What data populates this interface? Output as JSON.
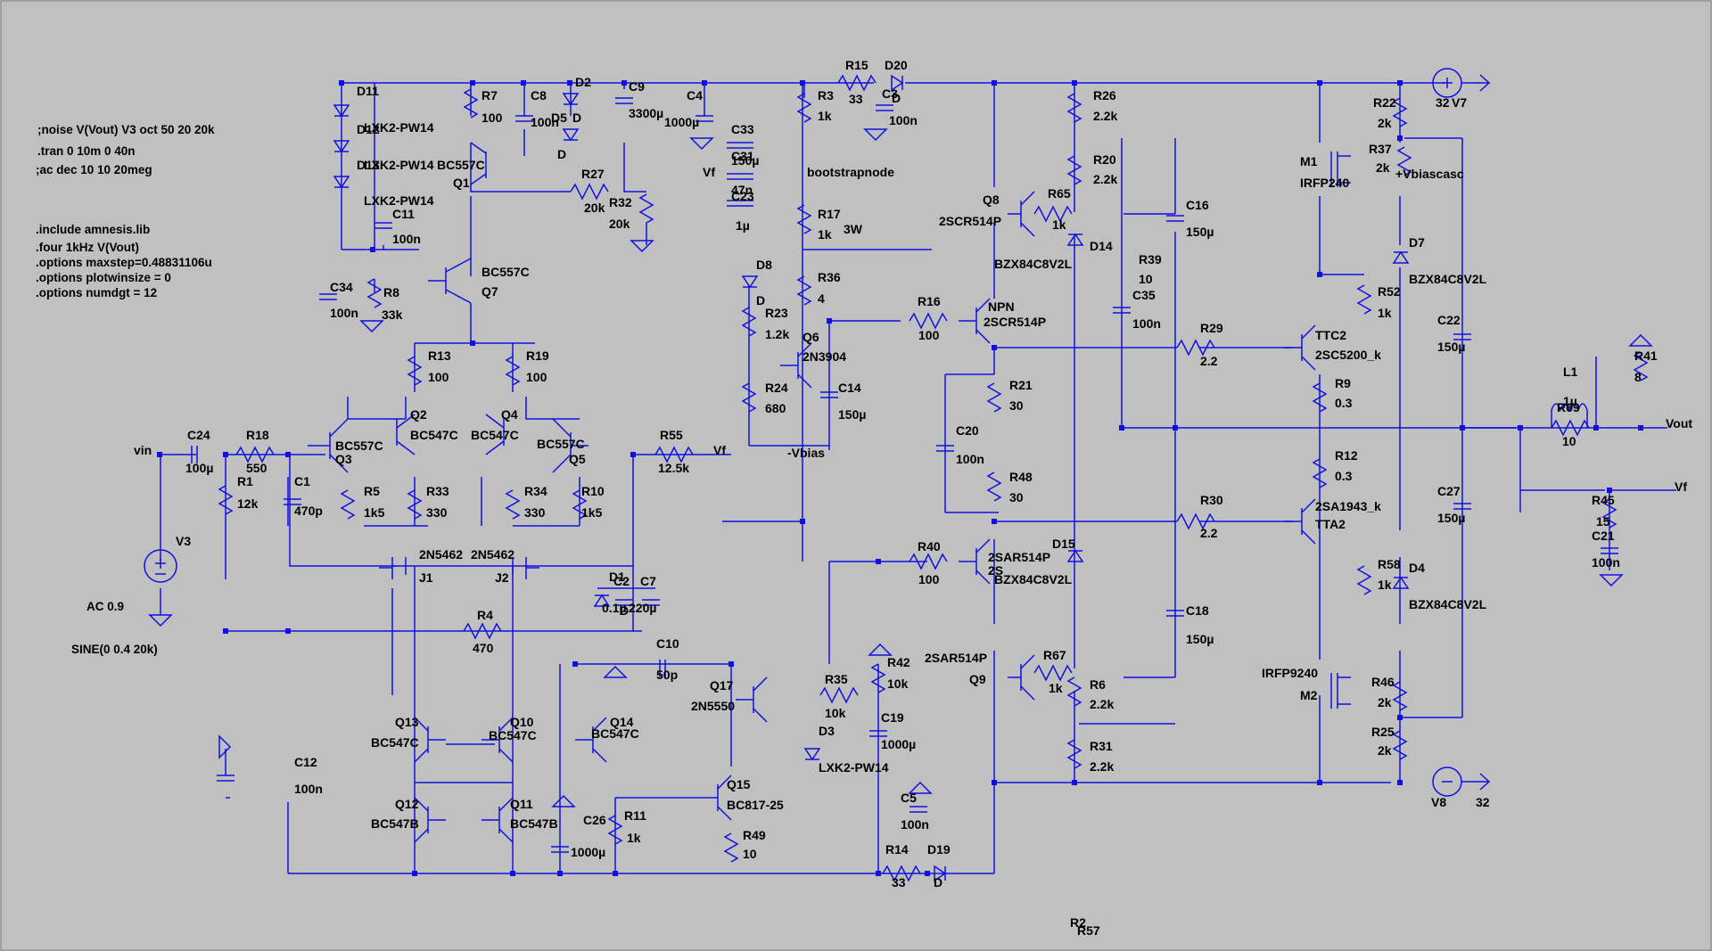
{
  "colors": {
    "background": "#c0c0c0",
    "wire": "#1010e0",
    "text": "#000000"
  },
  "directives": [
    ";noise V(Vout) V3 oct 50 20 20k",
    ".tran 0 10m 0 40n",
    ";ac dec 10 10 20meg",
    ".include amnesis.lib",
    ".four 1kHz V(Vout)",
    ".options maxstep=0.48831106u",
    ".options plotwinsize = 0",
    ".options numdgt = 12"
  ],
  "source_params": [
    "AC 0.9",
    "SINE(0 0.4 20k)"
  ],
  "labels": [
    [
      "D11",
      400,
      107
    ],
    [
      "LXK2-PW14",
      408,
      148
    ],
    [
      "D12",
      400,
      150
    ],
    [
      "LXK2-PW14",
      408,
      190
    ],
    [
      "D13",
      400,
      190
    ],
    [
      "LXK2-PW14",
      408,
      230
    ],
    [
      "C11",
      440,
      245
    ],
    [
      "100n",
      440,
      273
    ],
    [
      "C34",
      370,
      327
    ],
    [
      "100n",
      370,
      356
    ],
    [
      "R8",
      430,
      333
    ],
    [
      "33k",
      428,
      358
    ],
    [
      "R7",
      540,
      112
    ],
    [
      "100",
      540,
      137
    ],
    [
      "BC557C",
      490,
      190
    ],
    [
      "Q1",
      508,
      210
    ],
    [
      "BC557C",
      540,
      310
    ],
    [
      "Q7",
      540,
      332
    ],
    [
      "C8",
      595,
      112
    ],
    [
      "100n",
      595,
      142
    ],
    [
      "D2",
      645,
      97
    ],
    [
      "D5",
      618,
      137
    ],
    [
      "D",
      642,
      137
    ],
    [
      "D",
      625,
      178
    ],
    [
      "R27",
      652,
      200
    ],
    [
      "20k",
      655,
      238
    ],
    [
      "R32",
      683,
      232
    ],
    [
      "20k",
      683,
      256
    ],
    [
      "C9",
      705,
      102
    ],
    [
      "3300µ",
      705,
      132
    ],
    [
      "C4",
      770,
      112
    ],
    [
      "1000µ",
      745,
      142
    ],
    [
      "C33",
      820,
      150
    ],
    [
      "C31",
      820,
      180
    ],
    [
      "150µ",
      820,
      185
    ],
    [
      "47n",
      820,
      218
    ],
    [
      "C23",
      820,
      225
    ],
    [
      "1µ",
      825,
      258
    ],
    [
      "Vf",
      788,
      198
    ],
    [
      "bootstrapnode",
      905,
      198
    ],
    [
      "R3",
      917,
      112
    ],
    [
      "1k",
      917,
      135
    ],
    [
      "R15",
      948,
      78
    ],
    [
      "33",
      952,
      116
    ],
    [
      "D20",
      992,
      78
    ],
    [
      "C3",
      989,
      110
    ],
    [
      "D",
      1000,
      115
    ],
    [
      "100n",
      997,
      140
    ],
    [
      "R17",
      917,
      245
    ],
    [
      "1k",
      917,
      268
    ],
    [
      "3W",
      946,
      262
    ],
    [
      "D8",
      848,
      302
    ],
    [
      "D",
      848,
      342
    ],
    [
      "R36",
      917,
      316
    ],
    [
      "4",
      917,
      340
    ],
    [
      "R23",
      858,
      356
    ],
    [
      "1.2k",
      858,
      380
    ],
    [
      "Q6",
      900,
      383
    ],
    [
      "2N3904",
      900,
      405
    ],
    [
      "R24",
      858,
      440
    ],
    [
      "680",
      858,
      463
    ],
    [
      "C14",
      940,
      440
    ],
    [
      "150µ",
      940,
      470
    ],
    [
      "-Vbias",
      883,
      513
    ],
    [
      "R16",
      1029,
      343
    ],
    [
      "100",
      1030,
      381
    ],
    [
      "NPN",
      1108,
      349
    ],
    [
      "2SCR514P",
      1103,
      366
    ],
    [
      "Q8",
      1102,
      229
    ],
    [
      "2SCR514P",
      1053,
      253
    ],
    [
      "R65",
      1175,
      222
    ],
    [
      "1k",
      1180,
      257
    ],
    [
      "BZX84C8V2L",
      1115,
      301
    ],
    [
      "D14",
      1222,
      281
    ],
    [
      "R39",
      1277,
      296
    ],
    [
      "10",
      1277,
      318
    ],
    [
      "C35",
      1270,
      336
    ],
    [
      "100n",
      1270,
      368
    ],
    [
      "R26",
      1226,
      112
    ],
    [
      "2.2k",
      1226,
      135
    ],
    [
      "R20",
      1226,
      184
    ],
    [
      "2.2k",
      1226,
      206
    ],
    [
      "C16",
      1330,
      235
    ],
    [
      "150µ",
      1330,
      265
    ],
    [
      "R29",
      1346,
      373
    ],
    [
      "2.2",
      1346,
      410
    ],
    [
      "R21",
      1132,
      437
    ],
    [
      "30",
      1132,
      460
    ],
    [
      "C20",
      1072,
      488
    ],
    [
      "100n",
      1072,
      520
    ],
    [
      "R48",
      1132,
      540
    ],
    [
      "30",
      1132,
      563
    ],
    [
      "R30",
      1346,
      566
    ],
    [
      "2.2",
      1346,
      603
    ],
    [
      "R40",
      1029,
      618
    ],
    [
      "100",
      1030,
      655
    ],
    [
      "2SAR514P",
      1108,
      630
    ],
    [
      "2S",
      1108,
      645
    ],
    [
      "BZX84C8V2L",
      1115,
      655
    ],
    [
      "D15",
      1180,
      615
    ],
    [
      "C18",
      1330,
      690
    ],
    [
      "150µ",
      1330,
      722
    ],
    [
      "2SAR514P",
      1037,
      743
    ],
    [
      "Q9",
      1087,
      767
    ],
    [
      "R67",
      1170,
      740
    ],
    [
      "1k",
      1176,
      777
    ],
    [
      "R6",
      1222,
      773
    ],
    [
      "2.2k",
      1222,
      795
    ],
    [
      "R31",
      1222,
      842
    ],
    [
      "2.2k",
      1222,
      865
    ],
    [
      "R22",
      1540,
      120
    ],
    [
      "2k",
      1545,
      143
    ],
    [
      "R37",
      1535,
      172
    ],
    [
      "2k",
      1543,
      193
    ],
    [
      "+Vbiascasc",
      1565,
      200
    ],
    [
      "D7",
      1580,
      277
    ],
    [
      "BZX84C8V2L",
      1580,
      318
    ],
    [
      "M1",
      1458,
      186
    ],
    [
      "IRFP240",
      1458,
      210
    ],
    [
      "R52",
      1545,
      332
    ],
    [
      "1k",
      1545,
      356
    ],
    [
      "TTC2",
      1475,
      381
    ],
    [
      "2SC5200_k",
      1475,
      403
    ],
    [
      "C22",
      1612,
      364
    ],
    [
      "150µ",
      1612,
      394
    ],
    [
      "R9",
      1497,
      435
    ],
    [
      "0.3",
      1497,
      457
    ],
    [
      "R12",
      1497,
      516
    ],
    [
      "0.3",
      1497,
      539
    ],
    [
      "2SA1943_k",
      1475,
      573
    ],
    [
      "TTA2",
      1475,
      593
    ],
    [
      "C27",
      1612,
      556
    ],
    [
      "150µ",
      1612,
      586
    ],
    [
      "R58",
      1545,
      638
    ],
    [
      "1k",
      1545,
      661
    ],
    [
      "D4",
      1580,
      642
    ],
    [
      "BZX84C8V2L",
      1580,
      683
    ],
    [
      "IRFP9240",
      1415,
      760
    ],
    [
      "M2",
      1458,
      785
    ],
    [
      "R46",
      1538,
      770
    ],
    [
      "2k",
      1545,
      793
    ],
    [
      "R25",
      1538,
      826
    ],
    [
      "2k",
      1545,
      847
    ],
    [
      "32",
      1610,
      120
    ],
    [
      "V7",
      1628,
      120
    ],
    [
      "V8",
      1605,
      905
    ],
    [
      "32",
      1655,
      905
    ],
    [
      "L1",
      1753,
      422
    ],
    [
      "1µ",
      1753,
      455
    ],
    [
      "R69",
      1746,
      462
    ],
    [
      "10",
      1752,
      500
    ],
    [
      "R41",
      1833,
      404
    ],
    [
      "8",
      1833,
      428
    ],
    [
      "Vout",
      1868,
      480
    ],
    [
      "Vf",
      1878,
      551
    ],
    [
      "R45",
      1785,
      566
    ],
    [
      "15",
      1790,
      590
    ],
    [
      "C21",
      1785,
      606
    ],
    [
      "100n",
      1785,
      636
    ],
    [
      "vin",
      150,
      510
    ],
    [
      "C24",
      210,
      493
    ],
    [
      "100µ",
      208,
      530
    ],
    [
      "R18",
      276,
      493
    ],
    [
      "550",
      276,
      530
    ],
    [
      "R1",
      266,
      545
    ],
    [
      "12k",
      266,
      570
    ],
    [
      "C1",
      330,
      545
    ],
    [
      "470p",
      330,
      578
    ],
    [
      "V3",
      197,
      612
    ],
    [
      "R13",
      480,
      404
    ],
    [
      "100",
      480,
      428
    ],
    [
      "R19",
      590,
      404
    ],
    [
      "100",
      590,
      428
    ],
    [
      "Q2",
      460,
      470
    ],
    [
      "BC547C",
      460,
      493
    ],
    [
      "BC557C",
      376,
      505
    ],
    [
      "Q3",
      376,
      520
    ],
    [
      "R5",
      408,
      556
    ],
    [
      "1k5",
      408,
      580
    ],
    [
      "R33",
      478,
      556
    ],
    [
      "330",
      478,
      580
    ],
    [
      "Q4",
      562,
      470
    ],
    [
      "BC547C",
      528,
      493
    ],
    [
      "BC557C",
      602,
      503
    ],
    [
      "Q5",
      638,
      520
    ],
    [
      "R34",
      588,
      556
    ],
    [
      "330",
      588,
      580
    ],
    [
      "R10",
      652,
      556
    ],
    [
      "1k5",
      652,
      580
    ],
    [
      "R55",
      740,
      493
    ],
    [
      "12.5k",
      738,
      530
    ],
    [
      "Vf",
      800,
      510
    ],
    [
      "2N5462",
      470,
      627
    ],
    [
      "2N5462",
      528,
      627
    ],
    [
      "J1",
      470,
      653
    ],
    [
      "J2",
      555,
      653
    ],
    [
      "D1",
      683,
      652
    ],
    [
      "C2",
      688,
      657
    ],
    [
      "C7",
      718,
      657
    ],
    [
      "0.1µ",
      675,
      687
    ],
    [
      "220µ",
      705,
      687
    ],
    [
      "D",
      695,
      690
    ],
    [
      "R4",
      535,
      695
    ],
    [
      "470",
      530,
      732
    ],
    [
      "C10",
      736,
      727
    ],
    [
      "50p",
      736,
      762
    ],
    [
      "Q17",
      796,
      774
    ],
    [
      "2N5550",
      775,
      797
    ],
    [
      "R42",
      995,
      748
    ],
    [
      "10k",
      995,
      772
    ],
    [
      "R35",
      925,
      767
    ],
    [
      "10k",
      925,
      805
    ],
    [
      "C19",
      988,
      810
    ],
    [
      "1000µ",
      988,
      840
    ],
    [
      "D3",
      918,
      825
    ],
    [
      "LXK2-PW14",
      918,
      866
    ],
    [
      "Q13",
      443,
      815
    ],
    [
      "BC547C",
      416,
      838
    ],
    [
      "Q10",
      572,
      815
    ],
    [
      "BC547C",
      548,
      830
    ],
    [
      "Q14",
      684,
      815
    ],
    [
      "BC547C",
      663,
      828
    ],
    [
      "Q12",
      443,
      907
    ],
    [
      "BC547B",
      416,
      929
    ],
    [
      "Q11",
      572,
      907
    ],
    [
      "BC547B",
      572,
      929
    ],
    [
      "C12",
      330,
      860
    ],
    [
      "100n",
      330,
      890
    ],
    [
      "C26",
      654,
      925
    ],
    [
      "1000µ",
      640,
      961
    ],
    [
      "R11",
      700,
      920
    ],
    [
      "1k",
      703,
      945
    ],
    [
      "Q15",
      815,
      885
    ],
    [
      "BC817-25",
      815,
      908
    ],
    [
      "R49",
      833,
      942
    ],
    [
      "10",
      833,
      963
    ],
    [
      "C5",
      1010,
      900
    ],
    [
      "100n",
      1010,
      930
    ],
    [
      "R14",
      993,
      958
    ],
    [
      "33",
      1000,
      995
    ],
    [
      "D19",
      1040,
      958
    ],
    [
      "D",
      1047,
      995
    ],
    [
      "R2",
      1200,
      1040
    ],
    [
      "R57",
      1208,
      1049
    ]
  ]
}
